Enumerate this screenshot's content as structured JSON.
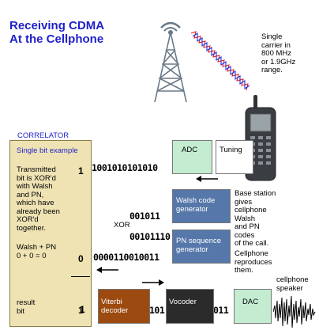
{
  "title": [
    "Receiving CDMA",
    "At the Cellphone"
  ],
  "carrier_note": [
    "Single",
    "carrier in",
    "800 MHz",
    "or 1.9GHz",
    "range."
  ],
  "correlator": {
    "heading": "CORRELATOR",
    "example_label": "Single bit example",
    "description": [
      "Transmitted",
      "bit is XOR'd",
      "with Walsh",
      "and PN,",
      "which have",
      "already been",
      "XOR'd",
      "together."
    ],
    "walsh_pn": [
      "Walsh + PN",
      "0 + 0 = 0"
    ],
    "result": [
      "result",
      "bit"
    ],
    "digit_top": "1",
    "digit_mid": "0",
    "digit_bottom": "1"
  },
  "bitstreams": {
    "adc_out": "1001010101010",
    "walsh": "001011",
    "pn": "00101110",
    "xor_label": "XOR",
    "correlated": "0000110010011",
    "viterbi_out": "101",
    "vocoder_out": "011"
  },
  "blocks": {
    "adc": "ADC",
    "tuning": "Tuning",
    "walsh_gen": [
      "Walsh code",
      "generator"
    ],
    "pn_gen": [
      "PN sequence",
      "generator"
    ],
    "viterbi": [
      "Viterbi",
      "decoder"
    ],
    "vocoder": "Vocoder",
    "dac": "DAC"
  },
  "base_note": [
    "Base station",
    "gives",
    "cellphone",
    " Walsh",
    " and PN",
    " codes",
    "of the call."
  ],
  "reproduce_note": [
    "Cellphone",
    "reproduces",
    "them."
  ],
  "speaker_label": [
    "cellphone",
    "speaker"
  ],
  "colors": {
    "title": "#1f1fcc",
    "correlator_bg": "#efe3b4",
    "adc_bg": "#c3ecd1",
    "code_gen_bg": "#5577aa",
    "viterbi_bg": "#9c4a10",
    "vocoder_bg": "#2b2b2b",
    "dac_bg": "#c3ecd1",
    "signal_red": "#e02020",
    "signal_blue": "#2030e0"
  },
  "icons": [
    "cell-tower-icon",
    "radio-signal-icon",
    "cellphone-icon",
    "speaker-waveform-icon",
    "arrow-left-icon",
    "arrow-right-icon"
  ]
}
